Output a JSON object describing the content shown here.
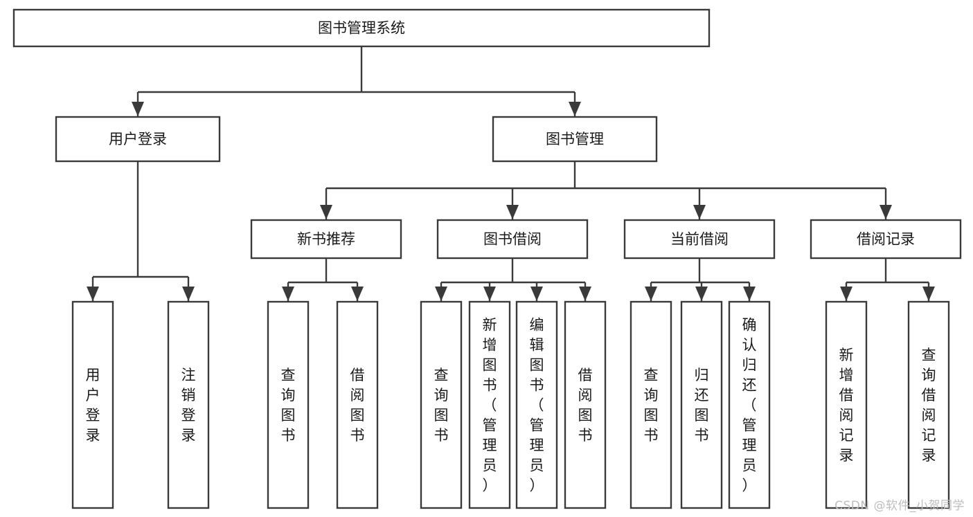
{
  "diagram": {
    "type": "tree",
    "title": "图书管理系统",
    "orientation": "top-down",
    "watermark": "CSDN @软件_小贺同学",
    "colors": {
      "box_stroke": "#3a3a3a",
      "box_fill": "#ffffff",
      "connector": "#3a3a3a",
      "label": "#1a1a1a",
      "watermark": "#bdbdbd",
      "page_background": "#ffffff"
    },
    "root": {
      "id": "root",
      "label": "图书管理系统",
      "orientation": "horizontal"
    },
    "level2": [
      {
        "id": "user-login",
        "label": "用户登录",
        "orientation": "horizontal"
      },
      {
        "id": "book-manage",
        "label": "图书管理",
        "orientation": "horizontal"
      }
    ],
    "level3": [
      {
        "id": "new-book-recommend",
        "label": "新书推荐",
        "orientation": "horizontal",
        "parent": "book-manage"
      },
      {
        "id": "book-borrow",
        "label": "图书借阅",
        "orientation": "horizontal",
        "parent": "book-manage"
      },
      {
        "id": "current-borrow",
        "label": "当前借阅",
        "orientation": "horizontal",
        "parent": "book-manage"
      },
      {
        "id": "borrow-record",
        "label": "借阅记录",
        "orientation": "horizontal",
        "parent": "book-manage"
      }
    ],
    "leaves": {
      "user-login": [
        {
          "id": "leaf-user-login",
          "label": "用户登录",
          "orientation": "vertical"
        },
        {
          "id": "leaf-user-logout",
          "label": "注销登录",
          "orientation": "vertical"
        }
      ],
      "new-book-recommend": [
        {
          "id": "leaf-query-book-1",
          "label": "查询图书",
          "orientation": "vertical"
        },
        {
          "id": "leaf-borrow-book-1",
          "label": "借阅图书",
          "orientation": "vertical"
        }
      ],
      "book-borrow": [
        {
          "id": "leaf-query-book-2",
          "label": "查询图书",
          "orientation": "vertical"
        },
        {
          "id": "leaf-add-book",
          "label": "新增图书（管理员）",
          "orientation": "vertical"
        },
        {
          "id": "leaf-edit-book",
          "label": "编辑图书（管理员）",
          "orientation": "vertical"
        },
        {
          "id": "leaf-borrow-book-2",
          "label": "借阅图书",
          "orientation": "vertical"
        }
      ],
      "current-borrow": [
        {
          "id": "leaf-query-book-3",
          "label": "查询图书",
          "orientation": "vertical"
        },
        {
          "id": "leaf-return-book",
          "label": "归还图书",
          "orientation": "vertical"
        },
        {
          "id": "leaf-confirm-return",
          "label": "确认归还（管理员）",
          "orientation": "vertical"
        }
      ],
      "borrow-record": [
        {
          "id": "leaf-add-record",
          "label": "新增借阅记录",
          "orientation": "vertical"
        },
        {
          "id": "leaf-query-record",
          "label": "查询借阅记录",
          "orientation": "vertical"
        }
      ]
    }
  }
}
